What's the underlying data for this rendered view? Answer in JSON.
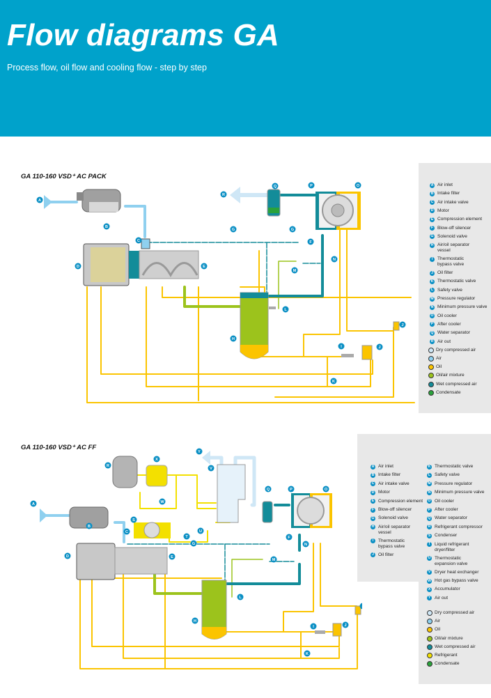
{
  "header": {
    "title": "Flow diagrams GA",
    "subtitle": "Process flow, oil flow and cooling flow - step by step",
    "background_color": "#00a2cb"
  },
  "colors": {
    "dry_compressed_air": "#cfe7f6",
    "air": "#8fd0ef",
    "oil": "#fbc400",
    "oil_air_mixture": "#9cc31c",
    "wet_compressed_air": "#138c99",
    "refrigerant": "#f3e000",
    "condensate": "#2aa23b",
    "marker": "#0a8fc4"
  },
  "diagram1": {
    "title": "GA 110-160 VSD⁺ AC PACK",
    "legend_components": [
      {
        "key": "A",
        "label": "Air inlet"
      },
      {
        "key": "B",
        "label": "Intake filter"
      },
      {
        "key": "C",
        "label": "Air intake valve"
      },
      {
        "key": "D",
        "label": "Motor"
      },
      {
        "key": "E",
        "label": "Compression element"
      },
      {
        "key": "F",
        "label": "Blow-off silencer"
      },
      {
        "key": "G",
        "label": "Solenoid valve"
      },
      {
        "key": "H",
        "label": "Air/oil separator vessel"
      },
      {
        "key": "I",
        "label": "Thermostatic bypass valve"
      },
      {
        "key": "J",
        "label": "Oil filter"
      },
      {
        "key": "K",
        "label": "Thermostatic valve"
      },
      {
        "key": "L",
        "label": "Safety valve"
      },
      {
        "key": "M",
        "label": "Pressure regulator"
      },
      {
        "key": "N",
        "label": "Minimum pressure valve"
      },
      {
        "key": "O",
        "label": "Oil cooler"
      },
      {
        "key": "P",
        "label": "After cooler"
      },
      {
        "key": "Q",
        "label": "Water separator"
      },
      {
        "key": "R",
        "label": "Air out"
      }
    ],
    "legend_flows": [
      {
        "label": "Dry compressed air",
        "color": "#cfe7f6"
      },
      {
        "label": "Air",
        "color": "#8fd0ef"
      },
      {
        "label": "Oil",
        "color": "#fbc400"
      },
      {
        "label": "Oil/air mixture",
        "color": "#9cc31c"
      },
      {
        "label": "Wet compressed air",
        "color": "#138c99"
      },
      {
        "label": "Condensate",
        "color": "#2aa23b"
      }
    ]
  },
  "diagram2": {
    "title": "GA 110-160 VSD⁺ AC FF",
    "legend_components_col1": [
      {
        "key": "A",
        "label": "Air inlet"
      },
      {
        "key": "B",
        "label": "Intake filter"
      },
      {
        "key": "C",
        "label": "Air intake valve"
      },
      {
        "key": "D",
        "label": "Motor"
      },
      {
        "key": "E",
        "label": "Compression element"
      },
      {
        "key": "F",
        "label": "Blow-off silencer"
      },
      {
        "key": "G",
        "label": "Solenoid valve"
      },
      {
        "key": "H",
        "label": "Air/oil separator vessel"
      },
      {
        "key": "I",
        "label": "Thermostatic bypass valve"
      },
      {
        "key": "J",
        "label": "Oil filter"
      }
    ],
    "legend_components_col2": [
      {
        "key": "K",
        "label": "Thermostatic valve"
      },
      {
        "key": "L",
        "label": "Safety valve"
      },
      {
        "key": "M",
        "label": "Pressure regulator"
      },
      {
        "key": "N",
        "label": "Minimum pressure valve"
      },
      {
        "key": "O",
        "label": "Oil cooler"
      },
      {
        "key": "P",
        "label": "After cooler"
      },
      {
        "key": "Q",
        "label": "Water separator"
      },
      {
        "key": "R",
        "label": "Refrigerant compressor"
      },
      {
        "key": "S",
        "label": "Condenser"
      },
      {
        "key": "T",
        "label": "Liquid refrigerant dryer/filter"
      },
      {
        "key": "U",
        "label": "Thermostatic expansion valve"
      },
      {
        "key": "V",
        "label": "Dryer heat exchanger"
      },
      {
        "key": "W",
        "label": "Hot gas bypass valve"
      },
      {
        "key": "X",
        "label": "Accumulator"
      },
      {
        "key": "Y",
        "label": "Air out"
      }
    ],
    "legend_flows": [
      {
        "label": "Dry compressed air",
        "color": "#cfe7f6"
      },
      {
        "label": "Air",
        "color": "#8fd0ef"
      },
      {
        "label": "Oil",
        "color": "#fbc400"
      },
      {
        "label": "Oil/air mixture",
        "color": "#9cc31c"
      },
      {
        "label": "Wet compressed air",
        "color": "#138c99"
      },
      {
        "label": "Refrigerant",
        "color": "#f3e000"
      },
      {
        "label": "Condensate",
        "color": "#2aa23b"
      }
    ]
  }
}
